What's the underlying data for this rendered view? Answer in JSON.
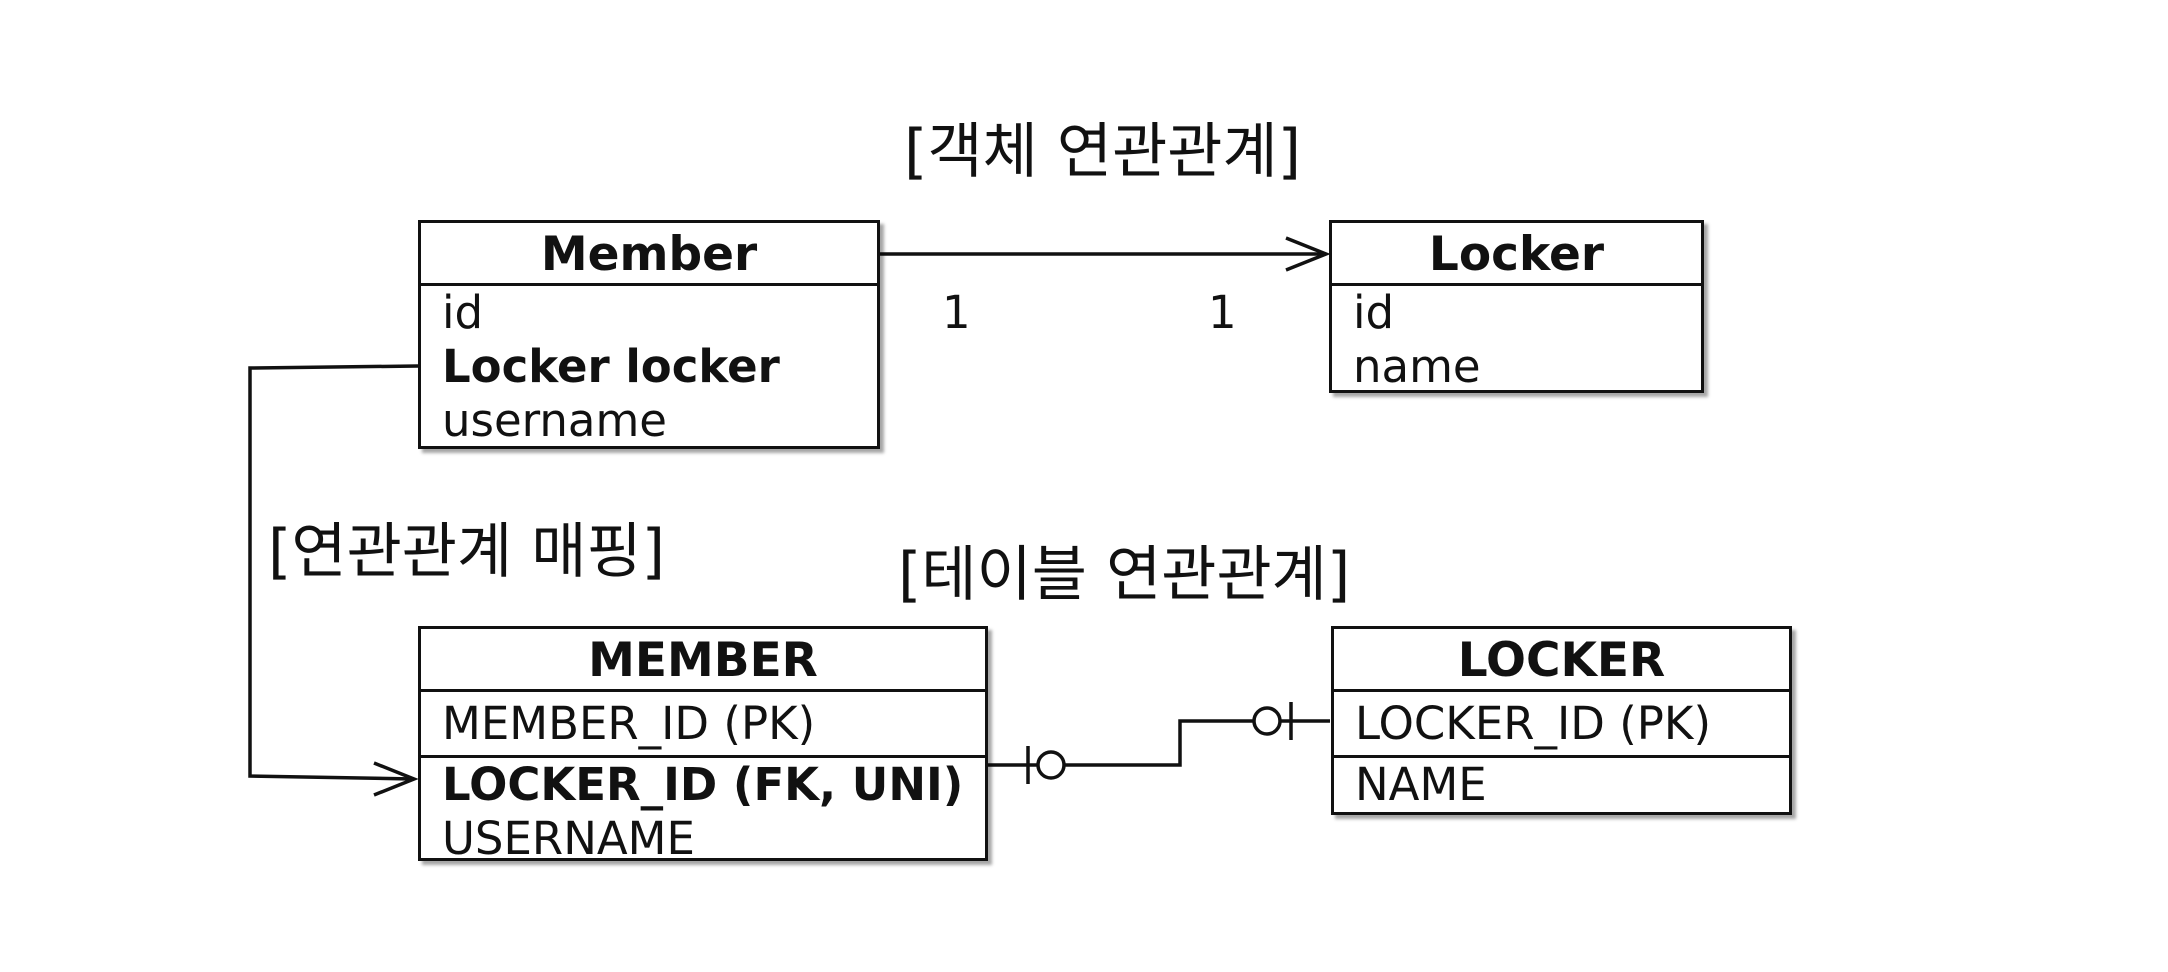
{
  "labels": {
    "object_relation": "[객체 연관관계]",
    "mapping": "[연관관계 매핑]",
    "table_relation": "[테이블 연관관계]"
  },
  "objects": {
    "member": {
      "title": "Member",
      "fields": [
        "id",
        "Locker locker",
        "username"
      ]
    },
    "locker": {
      "title": "Locker",
      "fields": [
        "id",
        "name"
      ]
    }
  },
  "multiplicity": {
    "left": "1",
    "right": "1"
  },
  "tables": {
    "member": {
      "title": "MEMBER",
      "fields": [
        "MEMBER_ID (PK)",
        "LOCKER_ID (FK, UNI)",
        "USERNAME"
      ]
    },
    "locker": {
      "title": "LOCKER",
      "fields": [
        "LOCKER_ID (PK)",
        "NAME"
      ]
    }
  }
}
